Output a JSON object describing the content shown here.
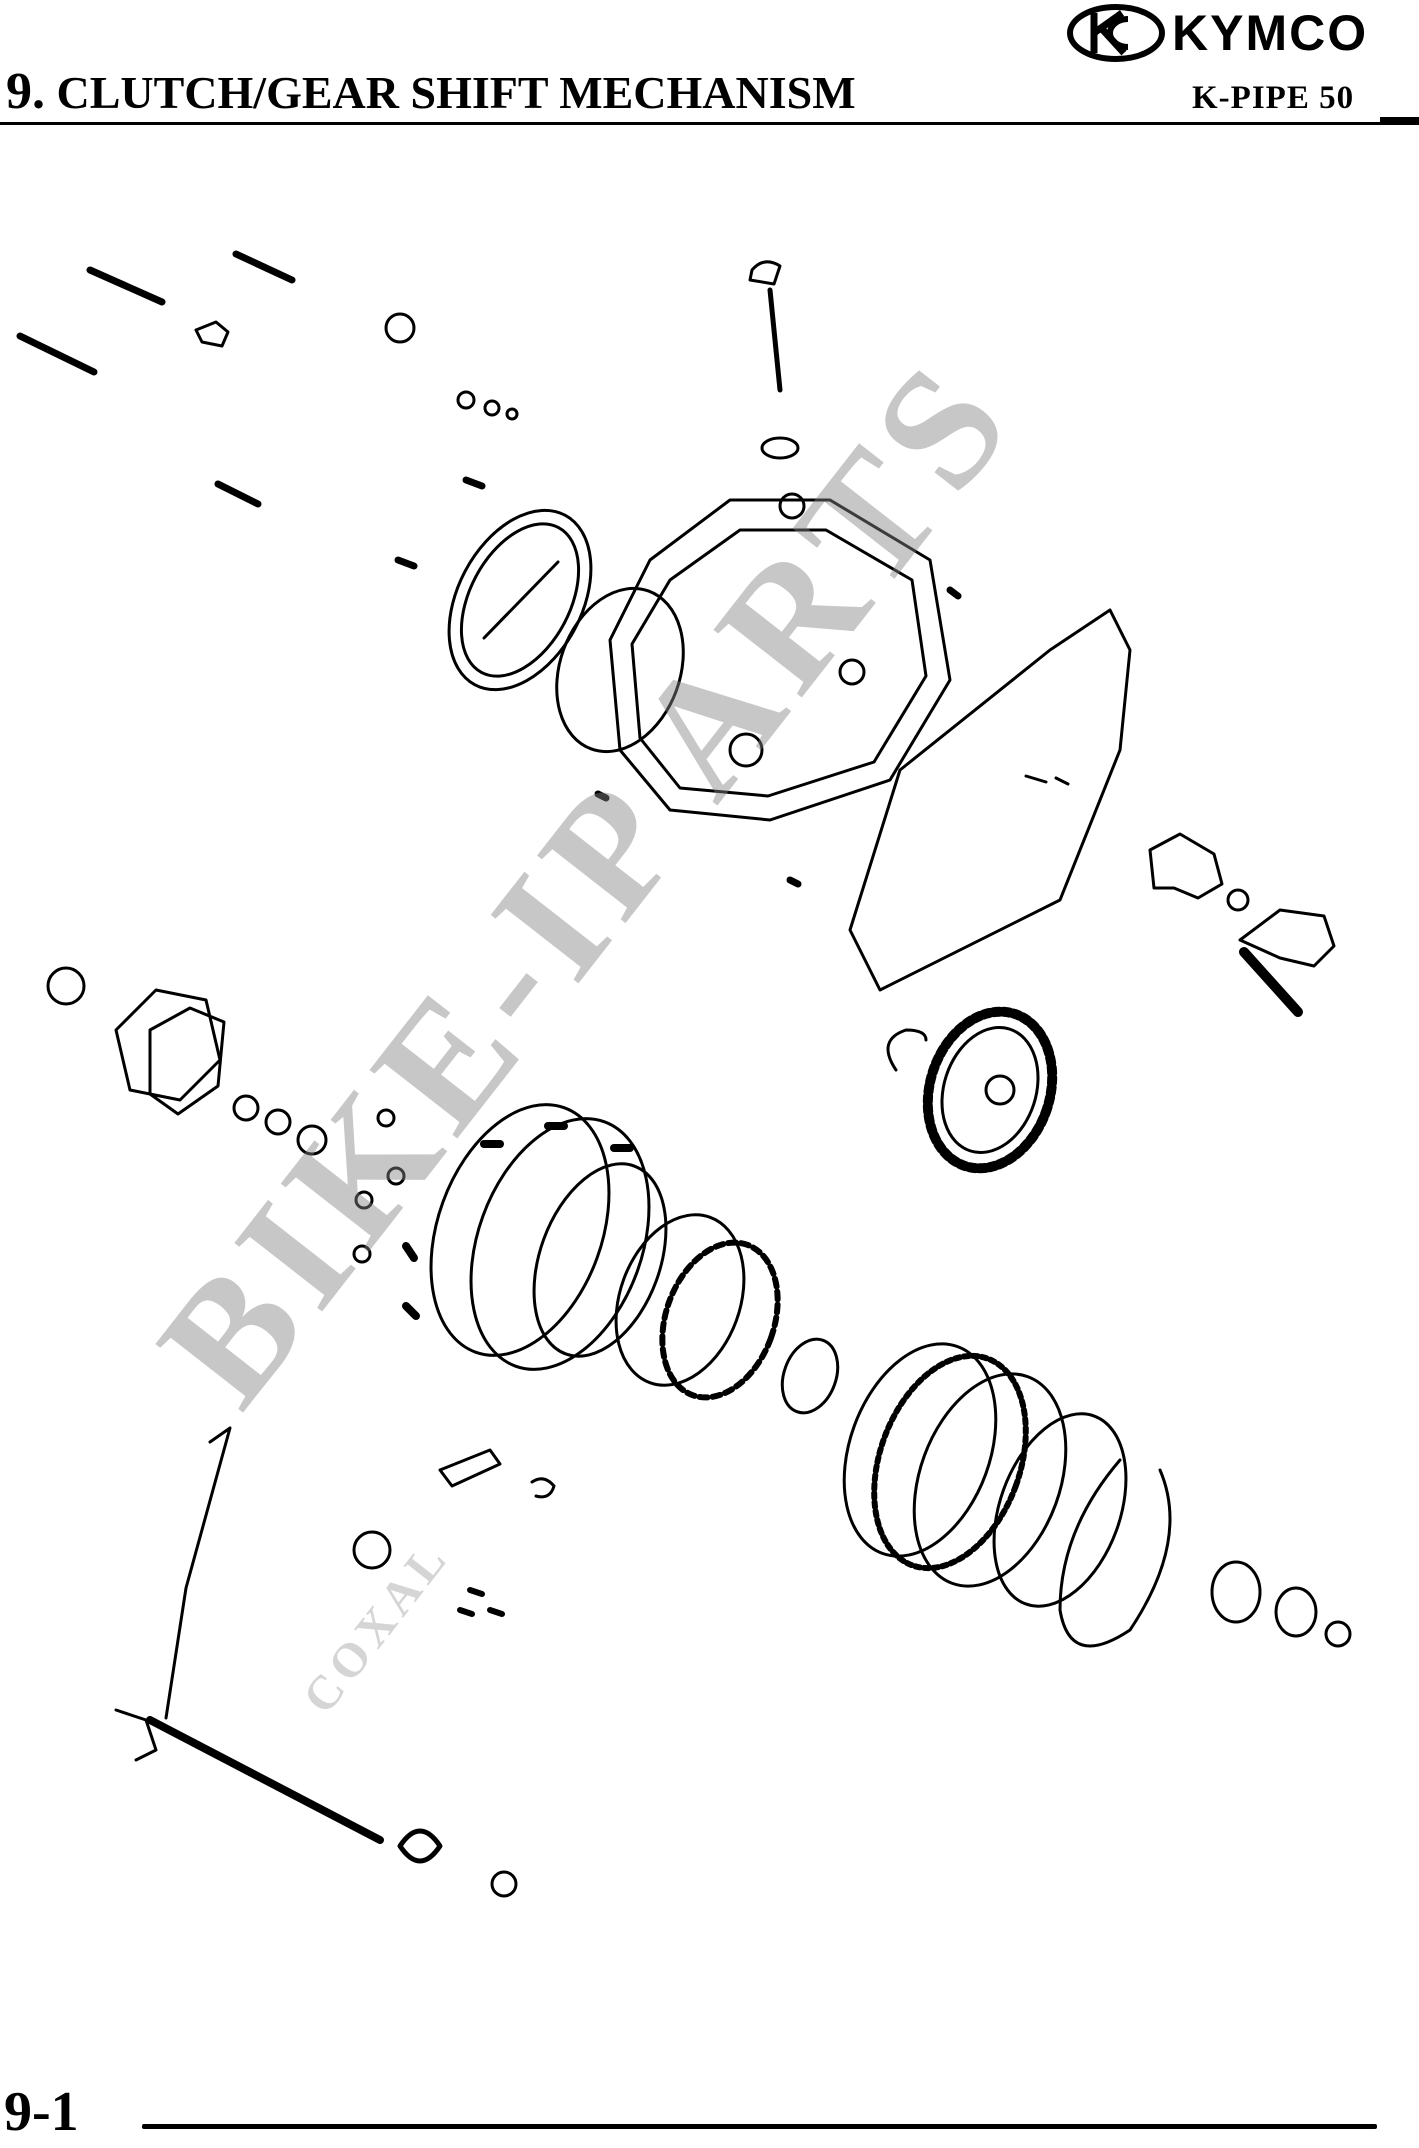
{
  "header": {
    "brand": "KYMCO",
    "section_number": "9.",
    "section_title": "CLUTCH/GEAR SHIFT MECHANISM",
    "model": "K-PIPE 50"
  },
  "watermark": {
    "main": "BIKE-IP ARTS",
    "sub": "COXAL"
  },
  "footer": {
    "page_number": "9-1"
  }
}
